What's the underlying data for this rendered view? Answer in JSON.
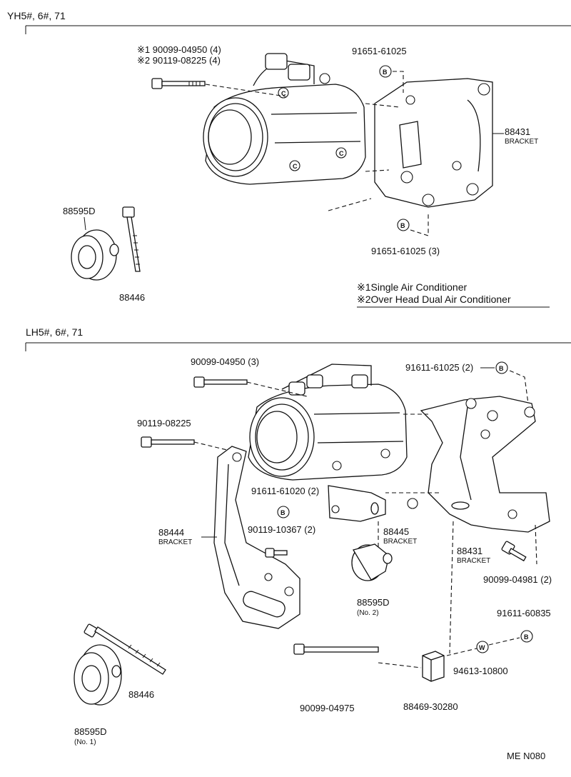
{
  "sections": {
    "top": {
      "heading": "YH5#, 6#, 71"
    },
    "bottom": {
      "heading": "LH5#, 6#, 71"
    }
  },
  "top_labels": {
    "bolt1": "※1 90099-04950 (4)",
    "bolt2": "※2 90119-08225 (4)",
    "bolt_b_top": "91651-61025",
    "bracket_no": "88431",
    "bracket_word": "BRACKET",
    "bolt_b_bottom": "91651-61025 (3)",
    "pulley": "88595D",
    "long_bolt": "88446",
    "marker_b": "B",
    "marker_c": "C"
  },
  "legend": {
    "item1": "※1Single Air Conditioner",
    "item2": "※2Over Head Dual Air Conditioner"
  },
  "bottom_labels": {
    "bolt_a": "90099-04950 (3)",
    "bolt_b": "90119-08225",
    "bolt_c": "91611-61025 (2)",
    "bolt_d": "91611-61020 (2)",
    "bracket_44": "88444",
    "bracket_44_word": "BRACKET",
    "bolt_e": "90119-10367 (2)",
    "bracket_45": "88445",
    "bracket_45_word": "BRACKET",
    "bracket_31": "88431",
    "bracket_31_word": "BRACKET",
    "bolt_f": "90099-04981 (2)",
    "pulley2": "88595D",
    "pulley2_sub": "(No. 2)",
    "bolt_g": "91611-60835",
    "washer": "94613-10800",
    "long_bolt2": "88446",
    "pulley1": "88595D",
    "pulley1_sub": "(No. 1)",
    "bolt_h": "90099-04975",
    "block": "88469-30280",
    "marker_w": "W"
  },
  "footer": {
    "code": "ME  N080"
  }
}
